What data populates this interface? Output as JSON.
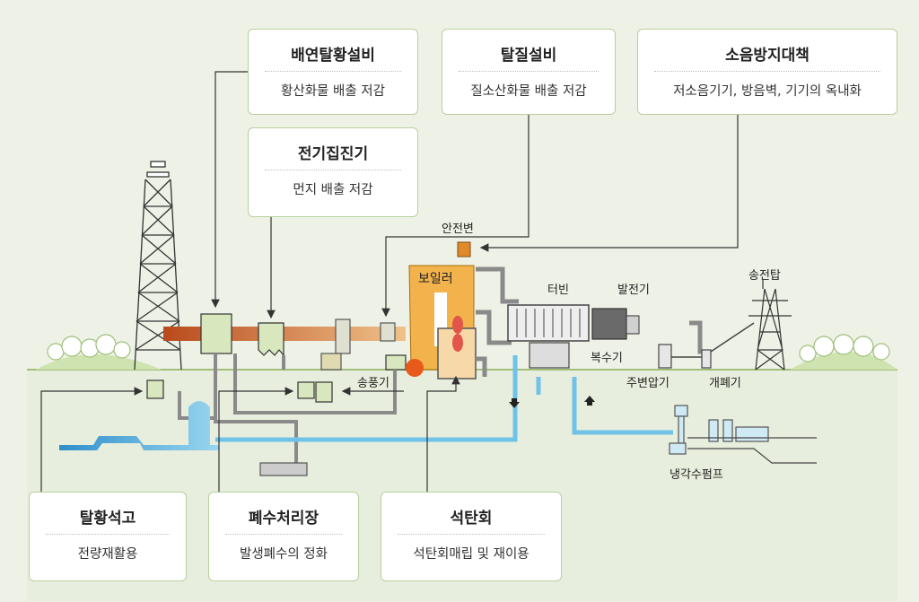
{
  "callouts": {
    "flue_gas_desulfurization": {
      "title": "배연탈황설비",
      "desc": "황산화물 배출 저감"
    },
    "denitrification": {
      "title": "탈질설비",
      "desc": "질소산화물 배출 저감"
    },
    "noise_prevention": {
      "title": "소음방지대책",
      "desc": "저소음기기, 방음벽, 기기의 옥내화"
    },
    "electrostatic_precipitator": {
      "title": "전기집진기",
      "desc": "먼지 배출 저감"
    },
    "gypsum": {
      "title": "탈황석고",
      "desc": "전량재활용"
    },
    "wastewater": {
      "title": "폐수처리장",
      "desc": "발생폐수의 정화"
    },
    "coal_ash": {
      "title": "석탄회",
      "desc": "석탄회매립 및 재이용"
    }
  },
  "labels": {
    "safety_valve": "안전변",
    "boiler": "보일러",
    "turbine": "터빈",
    "generator": "발전기",
    "transmission_tower": "송전탑",
    "condenser": "복수기",
    "main_transformer": "주변압기",
    "switchgear": "개폐기",
    "blower": "송풍기",
    "cooling_pump": "냉각수펌프"
  },
  "colors": {
    "background": "#eef2e6",
    "callout_border": "#b9cf9e",
    "boiler": "#f2b24c",
    "flue_duct": "#c9682a",
    "equipment": "#d9e7bf",
    "pipe": "#8a8a8a",
    "water": "#6fc3e8",
    "ground": "#d8e6c3"
  }
}
